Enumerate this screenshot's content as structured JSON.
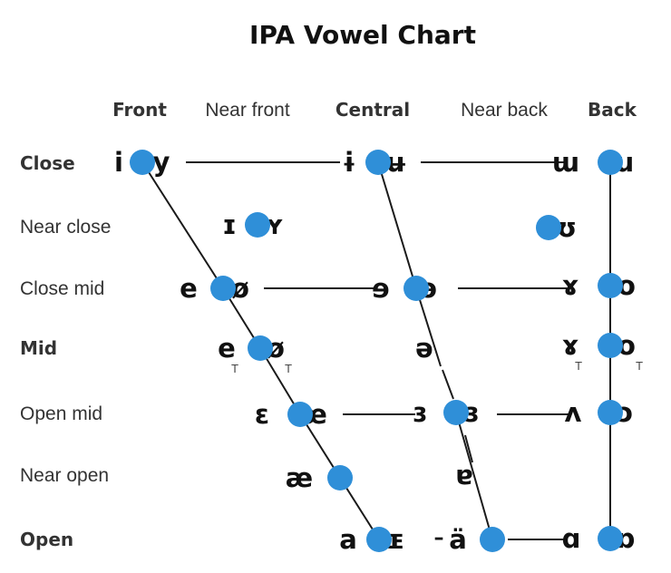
{
  "title": "IPA Vowel Chart",
  "columns": [
    {
      "label": "Front",
      "bold": true
    },
    {
      "label": "Near front",
      "bold": false
    },
    {
      "label": "Central",
      "bold": true
    },
    {
      "label": "Near back",
      "bold": false
    },
    {
      "label": "Back",
      "bold": true
    }
  ],
  "rows": [
    {
      "label": "Close",
      "bold": true
    },
    {
      "label": "Near close",
      "bold": false
    },
    {
      "label": "Close mid",
      "bold": false
    },
    {
      "label": "Mid",
      "bold": true
    },
    {
      "label": "Open mid",
      "bold": false
    },
    {
      "label": "Near open",
      "bold": false
    },
    {
      "label": "Open",
      "bold": true
    }
  ],
  "colors": {
    "dot": "#2f8fd8",
    "line": "#1a1a1a"
  },
  "vowels": [
    {
      "id": "close-front",
      "row": "Close",
      "column": "Front",
      "unrounded": "i",
      "rounded": "y"
    },
    {
      "id": "close-central",
      "row": "Close",
      "column": "Central",
      "unrounded": "ɨ",
      "rounded": "ʉ"
    },
    {
      "id": "close-back",
      "row": "Close",
      "column": "Back",
      "unrounded": "ɯ",
      "rounded": "u"
    },
    {
      "id": "near-close-front",
      "row": "Near close",
      "column": "Near front",
      "unrounded": "ɪ",
      "rounded": "ʏ"
    },
    {
      "id": "near-close-back",
      "row": "Near close",
      "column": "Near back",
      "unrounded": "",
      "rounded": "ʊ"
    },
    {
      "id": "close-mid-front",
      "row": "Close mid",
      "column": "Front",
      "unrounded": "e",
      "rounded": "ø"
    },
    {
      "id": "close-mid-central",
      "row": "Close mid",
      "column": "Central",
      "unrounded": "ɘ",
      "rounded": "ɵ"
    },
    {
      "id": "close-mid-back",
      "row": "Close mid",
      "column": "Back",
      "unrounded": "ɤ",
      "rounded": "o"
    },
    {
      "id": "mid-front",
      "row": "Mid",
      "column": "Front",
      "unrounded": "e",
      "rounded": "ø",
      "unrounded_mark": "T",
      "rounded_mark": "T"
    },
    {
      "id": "mid-central",
      "row": "Mid",
      "column": "Central",
      "unrounded": "ə",
      "rounded": "",
      "no_dot": true
    },
    {
      "id": "mid-back",
      "row": "Mid",
      "column": "Back",
      "unrounded": "ɤ",
      "rounded": "o",
      "unrounded_mark": "T",
      "rounded_mark": "T"
    },
    {
      "id": "open-mid-front",
      "row": "Open mid",
      "column": "Front",
      "unrounded": "ɛ",
      "rounded": "œ"
    },
    {
      "id": "open-mid-central",
      "row": "Open mid",
      "column": "Central",
      "unrounded": "ɜ",
      "rounded": "ɞ"
    },
    {
      "id": "open-mid-back",
      "row": "Open mid",
      "column": "Back",
      "unrounded": "ʌ",
      "rounded": "ɔ"
    },
    {
      "id": "near-open-front",
      "row": "Near open",
      "column": "Front",
      "unrounded": "æ",
      "rounded": ""
    },
    {
      "id": "near-open-central",
      "row": "Near open",
      "column": "Central",
      "unrounded": "ɐ",
      "rounded": "",
      "no_dot": true
    },
    {
      "id": "open-front",
      "row": "Open",
      "column": "Front",
      "unrounded": "a",
      "rounded": "ɶ"
    },
    {
      "id": "open-central",
      "row": "Open",
      "column": "Central",
      "unrounded": "ä",
      "rounded": ""
    },
    {
      "id": "open-back",
      "row": "Open",
      "column": "Back",
      "unrounded": "ɑ",
      "rounded": "ɒ"
    }
  ],
  "separators": [
    {
      "id": "open-front-central-dash",
      "text": "–"
    }
  ]
}
